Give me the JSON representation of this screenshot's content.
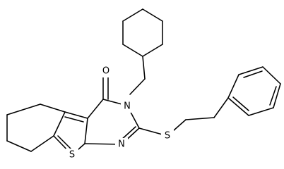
{
  "atoms": {
    "oxygen": "O",
    "nitrogen_n3": "N",
    "nitrogen_n1": "N",
    "sulfur_thio": "S",
    "sulfur_ring": "S"
  },
  "colors": {
    "line": "#000000",
    "background": "#ffffff"
  }
}
